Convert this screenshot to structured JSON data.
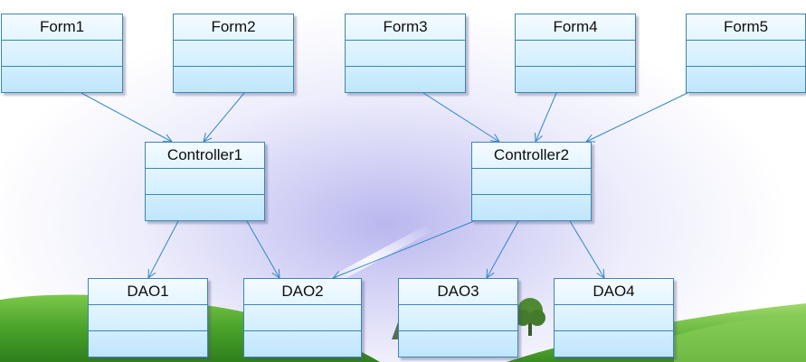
{
  "forms": [
    {
      "id": "form1",
      "name": "Form1"
    },
    {
      "id": "form2",
      "name": "Form2"
    },
    {
      "id": "form3",
      "name": "Form3"
    },
    {
      "id": "form4",
      "name": "Form4"
    },
    {
      "id": "form5",
      "name": "Form5"
    }
  ],
  "controllers": [
    {
      "id": "controller1",
      "name": "Controller1"
    },
    {
      "id": "controller2",
      "name": "Controller2"
    }
  ],
  "daos": [
    {
      "id": "dao1",
      "name": "DAO1"
    },
    {
      "id": "dao2",
      "name": "DAO2"
    },
    {
      "id": "dao3",
      "name": "DAO3"
    },
    {
      "id": "dao4",
      "name": "DAO4"
    }
  ],
  "dependencies": [
    {
      "from": "form1",
      "to": "controller1"
    },
    {
      "from": "form2",
      "to": "controller1"
    },
    {
      "from": "form3",
      "to": "controller2"
    },
    {
      "from": "form4",
      "to": "controller2"
    },
    {
      "from": "form5",
      "to": "controller2"
    },
    {
      "from": "controller1",
      "to": "dao1"
    },
    {
      "from": "controller1",
      "to": "dao2"
    },
    {
      "from": "controller2",
      "to": "dao2"
    },
    {
      "from": "controller2",
      "to": "dao3"
    },
    {
      "from": "controller2",
      "to": "dao4"
    }
  ],
  "colors": {
    "class_border": "#3a86b4",
    "class_fill": "#d8f1ff",
    "arrow": "#2f86c6",
    "grass": "#4aa32a",
    "sky_glow": "#b9b7ee"
  }
}
